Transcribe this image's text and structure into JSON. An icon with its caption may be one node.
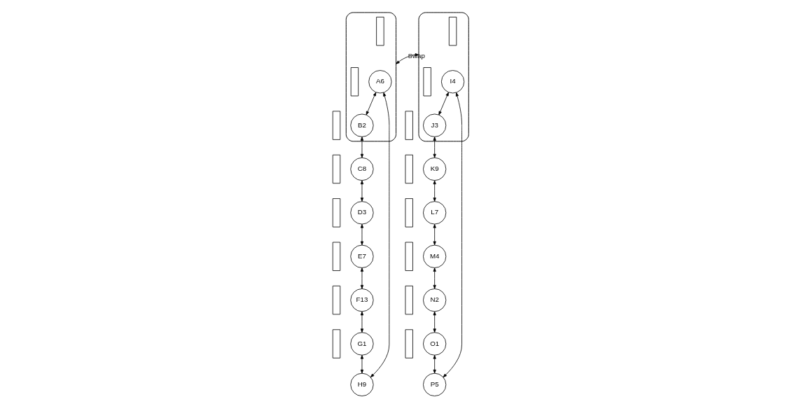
{
  "diagram": {
    "nodes": [
      {
        "text": [],
        "shape": "cloud"
      },
      {
        "text": [
          "A6"
        ],
        "in": 0
      },
      {
        "text": [
          "B2"
        ],
        "in": 0
      },
      {
        "text": [
          "C8"
        ]
      },
      {
        "text": [
          "D3"
        ]
      },
      {
        "text": [
          "E7"
        ]
      },
      {
        "text": [
          "F13"
        ]
      },
      {
        "text": [
          "G1"
        ]
      },
      {
        "text": [
          "H9"
        ]
      },
      {
        "text": [],
        "shape": "cloud"
      },
      {
        "text": [
          "I4"
        ],
        "in": 9
      },
      {
        "text": [
          "J3"
        ],
        "in": 9
      },
      {
        "text": [
          "K9"
        ]
      },
      {
        "text": [
          "L7"
        ]
      },
      {
        "text": [
          "M4"
        ]
      },
      {
        "text": [
          "N2"
        ]
      },
      {
        "text": [
          "O1"
        ]
      },
      {
        "text": [
          "P5"
        ]
      },
      {
        "text": [],
        "shape": "bar",
        "in": 0
      },
      {
        "text": [],
        "shape": "bar",
        "in": 0
      },
      {
        "text": [],
        "shape": "bar"
      },
      {
        "text": [],
        "shape": "bar"
      },
      {
        "text": [],
        "shape": "bar"
      },
      {
        "text": [],
        "shape": "bar"
      },
      {
        "text": [],
        "shape": "bar"
      },
      {
        "text": [],
        "shape": "bar"
      },
      {
        "text": [],
        "shape": "bar",
        "in": 9
      },
      {
        "text": [],
        "shape": "bar",
        "in": 9
      },
      {
        "text": [],
        "shape": "bar"
      },
      {
        "text": [],
        "shape": "bar"
      },
      {
        "text": [],
        "shape": "bar"
      },
      {
        "text": [],
        "shape": "bar"
      },
      {
        "text": [],
        "shape": "bar"
      },
      {
        "text": [],
        "shape": "bar"
      }
    ],
    "edges": [
      {
        "from": 0,
        "to": 9,
        "arrow": "both",
        "label": "Swap"
      },
      {
        "from": 1,
        "to": 2,
        "arrow": "both"
      },
      {
        "from": 2,
        "to": 3,
        "arrow": "both"
      },
      {
        "from": 3,
        "to": 4,
        "arrow": "both"
      },
      {
        "from": 4,
        "to": 5,
        "arrow": "both"
      },
      {
        "from": 5,
        "to": 6,
        "arrow": "both"
      },
      {
        "from": 6,
        "to": 7,
        "arrow": "both"
      },
      {
        "from": 7,
        "to": 8,
        "arrow": "both"
      },
      {
        "from": 8,
        "to": 1,
        "arrow": "both"
      },
      {
        "from": 10,
        "to": 11,
        "arrow": "both"
      },
      {
        "from": 11,
        "to": 12,
        "arrow": "both"
      },
      {
        "from": 12,
        "to": 13,
        "arrow": "both"
      },
      {
        "from": 13,
        "to": 14,
        "arrow": "both"
      },
      {
        "from": 14,
        "to": 15,
        "arrow": "both"
      },
      {
        "from": 15,
        "to": 16,
        "arrow": "both"
      },
      {
        "from": 16,
        "to": 17,
        "arrow": "both"
      },
      {
        "from": 17,
        "to": 10,
        "arrow": "both"
      }
    ]
  }
}
